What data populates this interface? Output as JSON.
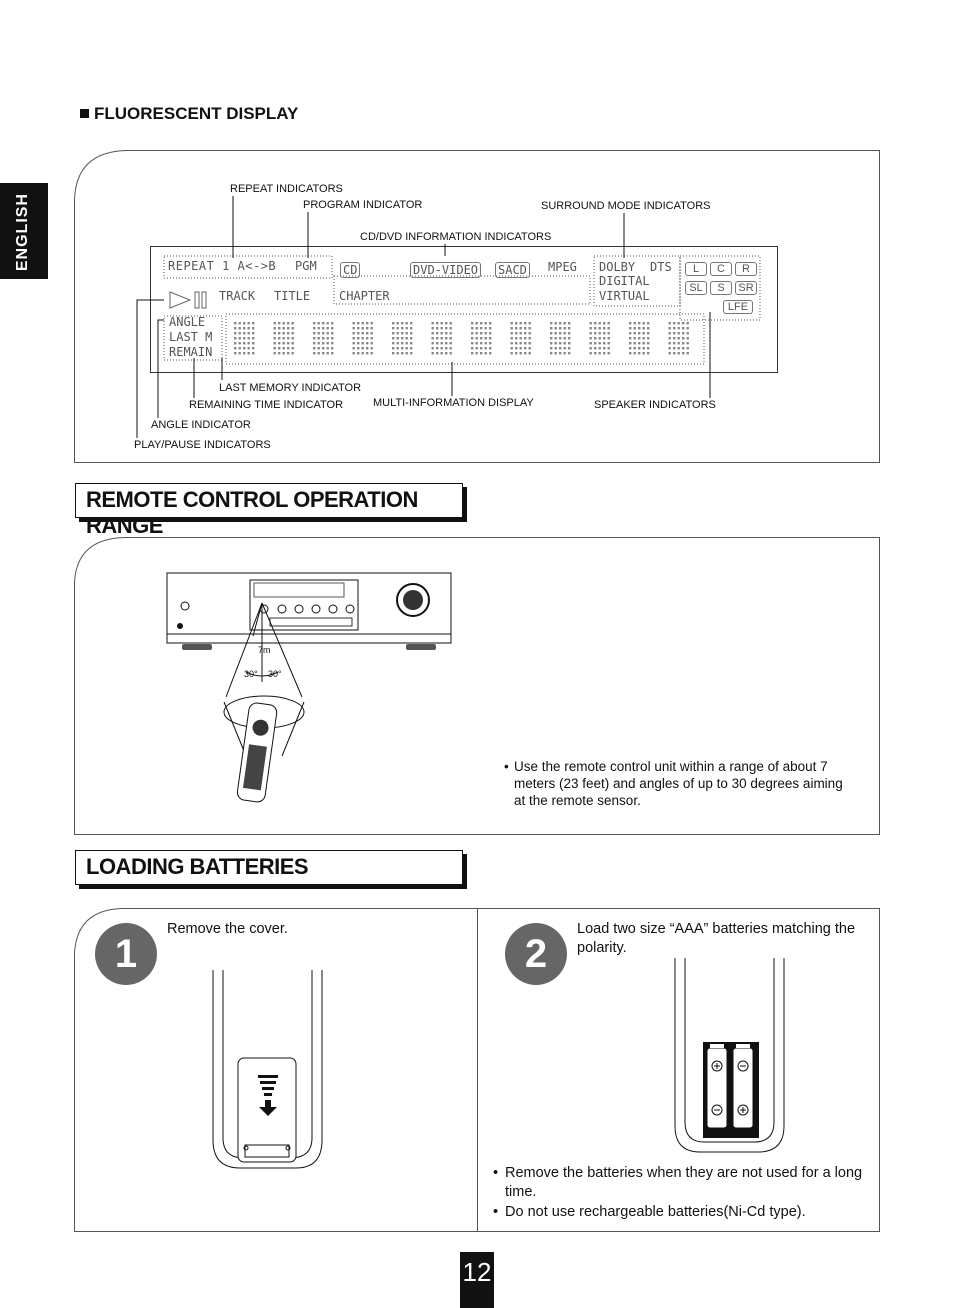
{
  "side_tab": "ENGLISH",
  "fluorescent": {
    "heading": "FLUORESCENT DISPLAY",
    "labels": {
      "repeat": "REPEAT INDICATORS",
      "program": "PROGRAM INDICATOR",
      "surround": "SURROUND MODE INDICATORS",
      "cddvd": "CD/DVD INFORMATION INDICATORS",
      "last_memory": "LAST MEMORY INDICATOR",
      "remaining": "REMAINING TIME INDICATOR",
      "multi": "MULTI-INFORMATION DISPLAY",
      "speaker": "SPEAKER INDICATORS",
      "angle": "ANGLE INDICATOR",
      "play_pause": "PLAY/PAUSE INDICATORS"
    },
    "display": {
      "repeat": "REPEAT  1  A<->B",
      "pgm": "PGM",
      "cd": "CD",
      "dvd_video": "DVD-VIDEO",
      "sacd": "SACD",
      "mpeg": "MPEG",
      "dolby": "DOLBY",
      "dts": "DTS",
      "digital": "DIGITAL",
      "virtual": "VIRTUAL",
      "track": "TRACK",
      "title": "TITLE",
      "chapter": "CHAPTER",
      "angle": "ANGLE",
      "last_m": "LAST M",
      "remain": "REMAIN",
      "spk_l": "L",
      "spk_c": "C",
      "spk_r": "R",
      "spk_sl": "SL",
      "spk_s": "S",
      "spk_sr": "SR",
      "spk_lfe": "LFE"
    }
  },
  "remote_range": {
    "title": "REMOTE CONTROL OPERATION RANGE",
    "distance": "7m",
    "angle_left": "30°",
    "angle_right": "30°",
    "note": "Use the remote control unit within a range of about 7 meters (23 feet) and angles of up to 30 degrees aiming at the remote sensor."
  },
  "batteries": {
    "title": "LOADING BATTERIES",
    "step1": {
      "num": "1",
      "text": "Remove the cover."
    },
    "step2": {
      "num": "2",
      "text": "Load two size “AAA” batteries matching the polarity."
    },
    "notes": [
      "Remove the batteries when they are not used for a long time.",
      "Do not use rechargeable batteries(Ni-Cd type)."
    ]
  },
  "page_number": "12"
}
